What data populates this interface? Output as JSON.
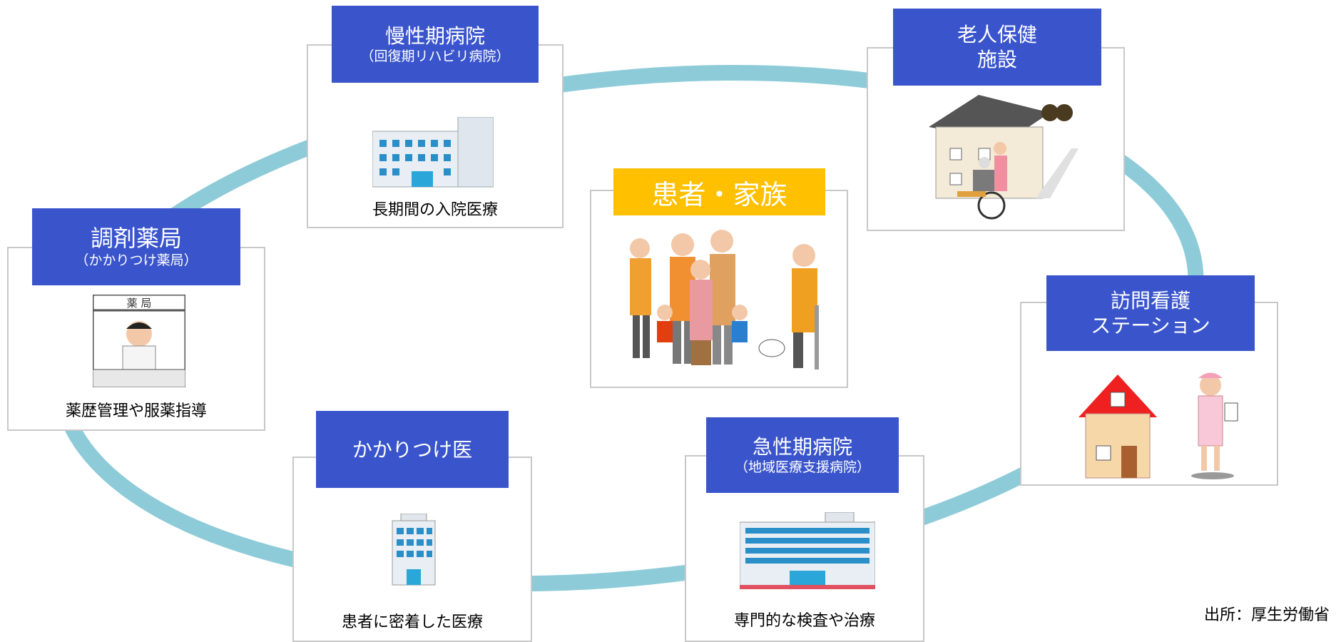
{
  "colors": {
    "ring": "#8ecbd9",
    "label_bg": "#3a55cc",
    "center_label_bg": "#ffc000",
    "card_border": "#c8c8c8"
  },
  "nodes": {
    "chronic": {
      "title": "慢性期病院",
      "subtitle": "（回復期リハビリ病院）",
      "desc": "長期間の入院医療",
      "icon": "hospital-building-icon"
    },
    "elderly": {
      "title_line1": "老人保健",
      "title_line2": "施設",
      "icon": "care-facility-icon"
    },
    "pharmacy": {
      "title": "調剤薬局",
      "subtitle": "（かかりつけ薬局）",
      "desc": "薬歴管理や服薬指導",
      "sign": "薬 局",
      "icon": "pharmacist-icon"
    },
    "patient": {
      "title": "患者・家族",
      "icon": "family-icon"
    },
    "visiting": {
      "title_line1": "訪問看護",
      "title_line2": "ステーション",
      "icon": "nurse-house-icon"
    },
    "family_doctor": {
      "title": "かかりつけ医",
      "desc": "患者に密着した医療",
      "icon": "clinic-building-icon"
    },
    "acute": {
      "title": "急性期病院",
      "subtitle": "（地域医療支援病院）",
      "desc": "専門的な検査や治療",
      "icon": "large-hospital-icon"
    }
  },
  "source": "出所：厚生労働省"
}
